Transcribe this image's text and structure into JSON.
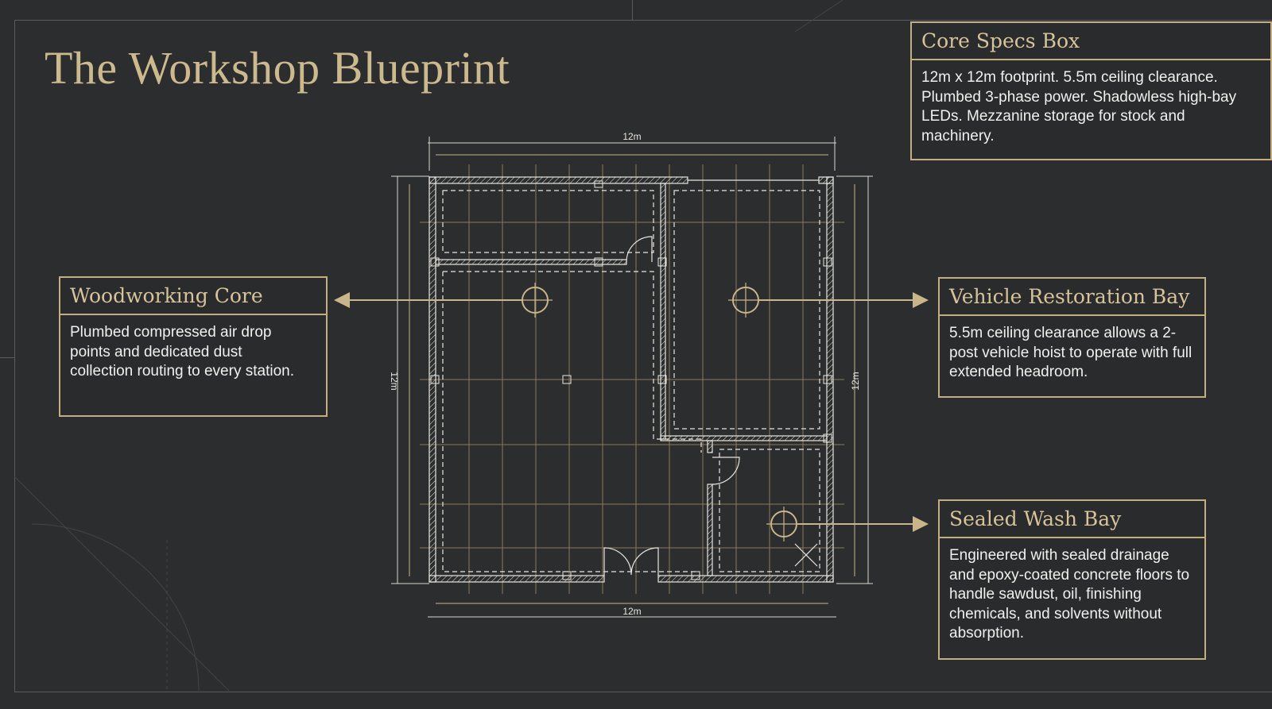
{
  "title": "The Workshop Blueprint",
  "specs": {
    "heading": "Core Specs Box",
    "body": "12m x 12m footprint. 5.5m ceiling clearance. Plumbed 3-phase power. Shadowless high-bay LEDs. Mezzanine storage for stock and machinery."
  },
  "callouts": {
    "woodworking": {
      "heading": "Woodworking Core",
      "body": "Plumbed compressed air drop points and dedicated dust collection routing to every station."
    },
    "vehicle": {
      "heading": "Vehicle Restoration Bay",
      "body": "5.5m ceiling clearance allows a 2-post vehicle hoist to operate with full extended headroom."
    },
    "wash": {
      "heading": "Sealed Wash Bay",
      "body": "Engineered with sealed drainage and epoxy-coated concrete floors to handle sawdust, oil, finishing chemicals, and solvents without absorption."
    }
  },
  "plan": {
    "dim_top": "12m",
    "dim_bottom": "12m",
    "dim_left": "12m",
    "dim_right": "12m"
  },
  "colors": {
    "background": "#2c2d2e",
    "gold": "#c9b58a",
    "line": "#e8e6e0"
  }
}
